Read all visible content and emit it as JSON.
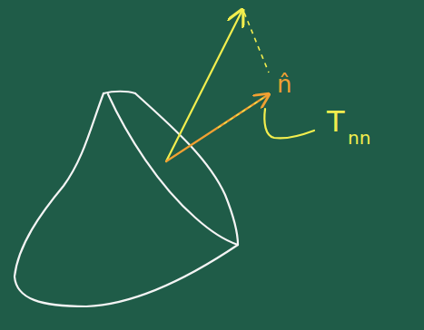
{
  "diagram": {
    "labels": [
      "n̂",
      "T",
      "nn"
    ]
  }
}
